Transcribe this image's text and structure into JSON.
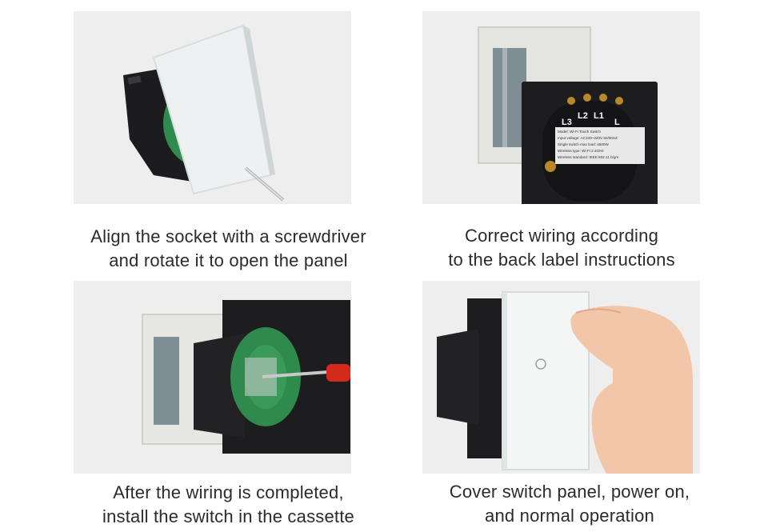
{
  "steps": [
    {
      "photo": "switch-rear-box-screwdriver-prying-panel",
      "caption_line1": "Align the socket with a screwdriver",
      "caption_line2": "and rotate it to open the panel"
    },
    {
      "photo": "switch-back-label-with-terminals",
      "caption_line1": "Correct wiring according",
      "caption_line2": "to the back label instructions",
      "terminals": [
        "L3",
        "L2",
        "L1",
        "L"
      ],
      "label_lines": [
        "Model:  Wi-Fi Touch Switch",
        "Input voltage:  AC100~240V  50/60HZ",
        "Single switch max load:  ≤600W",
        "Wireless type:  Wi-Fi 2.4GHz",
        "Wireless standard:  IEEE 802.11 b/g/n"
      ]
    },
    {
      "photo": "switch-install-into-cassette-with-screwdriver",
      "caption_line1": "After the wiring is completed,",
      "caption_line2": "install the switch in the cassette"
    },
    {
      "photo": "cover-glass-panel-finger-touch",
      "caption_line1": "Cover switch panel, power on,",
      "caption_line2": "and normal operation"
    }
  ],
  "colors": {
    "panel_bg": "#eeeeef",
    "caption_text": "#2b2b2b",
    "switch_body": "#1d1d1f",
    "pcb_green": "#2f8a4e",
    "glass_white": "#f4f6f6",
    "screwdriver_red": "#d32a1c"
  }
}
